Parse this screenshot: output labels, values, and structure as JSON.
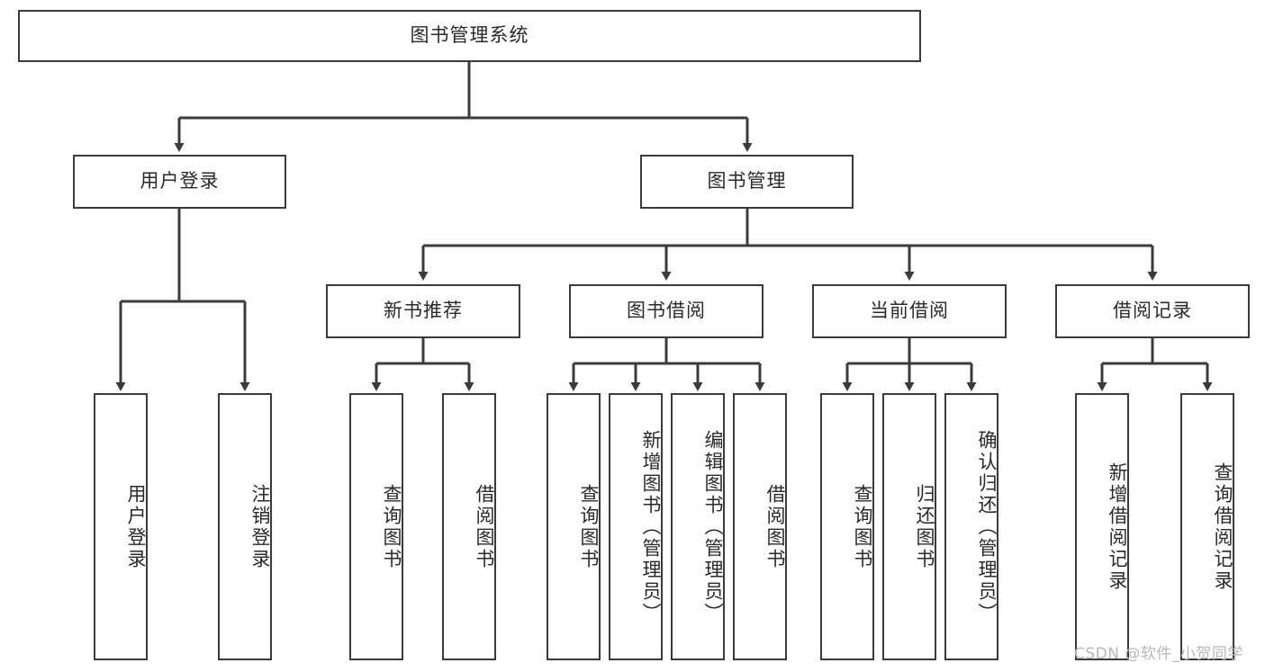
{
  "diagram": {
    "title": "图书管理系统",
    "type": "tree-hierarchy-chart",
    "root": {
      "id": "root",
      "label": "图书管理系统",
      "orientation": "horizontal"
    },
    "level2": [
      {
        "id": "user-login",
        "label": "用户登录",
        "orientation": "horizontal"
      },
      {
        "id": "book-management",
        "label": "图书管理",
        "orientation": "horizontal"
      }
    ],
    "level3": [
      {
        "id": "new-book-recommend",
        "label": "新书推荐",
        "orientation": "horizontal",
        "parent": "book-management"
      },
      {
        "id": "book-borrow",
        "label": "图书借阅",
        "orientation": "horizontal",
        "parent": "book-management"
      },
      {
        "id": "current-borrow",
        "label": "当前借阅",
        "orientation": "horizontal",
        "parent": "book-management"
      },
      {
        "id": "borrow-record",
        "label": "借阅记录",
        "orientation": "horizontal",
        "parent": "book-management"
      }
    ],
    "leaves": [
      {
        "id": "leaf-user-login",
        "label": "用户登录",
        "orientation": "vertical",
        "parent": "user-login"
      },
      {
        "id": "leaf-logout-login",
        "label": "注销登录",
        "orientation": "vertical",
        "parent": "user-login"
      },
      {
        "id": "leaf-query-book-1",
        "label": "查询图书",
        "orientation": "vertical",
        "parent": "new-book-recommend"
      },
      {
        "id": "leaf-borrow-book-1",
        "label": "借阅图书",
        "orientation": "vertical",
        "parent": "new-book-recommend"
      },
      {
        "id": "leaf-query-book-2",
        "label": "查询图书",
        "orientation": "vertical",
        "parent": "book-borrow"
      },
      {
        "id": "leaf-add-book-admin",
        "label": "新增图书（管理员）",
        "orientation": "vertical",
        "parent": "book-borrow"
      },
      {
        "id": "leaf-edit-book-admin",
        "label": "编辑图书（管理员）",
        "orientation": "vertical",
        "parent": "book-borrow"
      },
      {
        "id": "leaf-borrow-book-2",
        "label": "借阅图书",
        "orientation": "vertical",
        "parent": "book-borrow"
      },
      {
        "id": "leaf-query-book-3",
        "label": "查询图书",
        "orientation": "vertical",
        "parent": "current-borrow"
      },
      {
        "id": "leaf-return-book",
        "label": "归还图书",
        "orientation": "vertical",
        "parent": "current-borrow"
      },
      {
        "id": "leaf-confirm-return-admin",
        "label": "确认归还（管理员）",
        "orientation": "vertical",
        "parent": "current-borrow"
      },
      {
        "id": "leaf-add-borrow-record",
        "label": "新增借阅记录",
        "orientation": "vertical",
        "parent": "borrow-record"
      },
      {
        "id": "leaf-query-borrow-record",
        "label": "查询借阅记录",
        "orientation": "vertical",
        "parent": "borrow-record"
      }
    ],
    "colors": {
      "border": "#3b3b3b",
      "line": "#3b3b3b",
      "text": "#2a2a2a",
      "background": "#ffffff",
      "watermark": "#b9b9b9"
    }
  },
  "watermark": {
    "text": "CSDN @软件_小贺同学"
  }
}
